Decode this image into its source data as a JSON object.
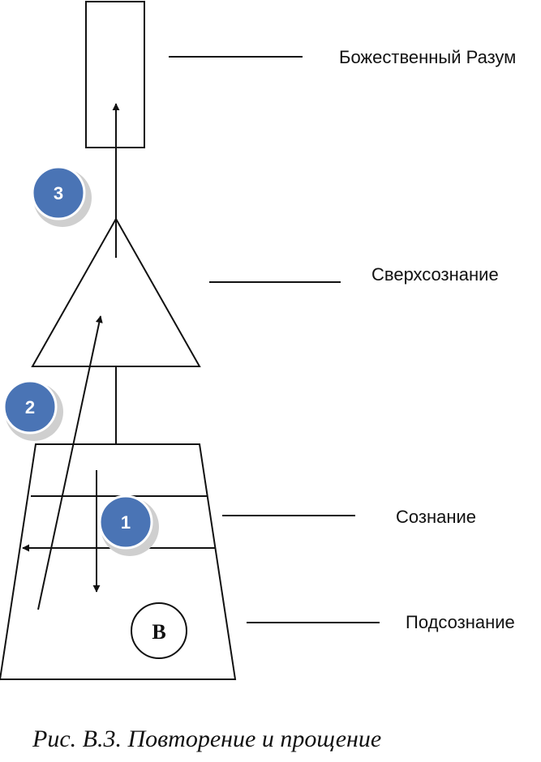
{
  "labels": {
    "divine_mind": "Божественный Разум",
    "superconscious": "Сверхсознание",
    "conscious": "Сознание",
    "subconscious": "Подсознание"
  },
  "badges": [
    "1",
    "2",
    "3"
  ],
  "center_letter": "B",
  "caption": "Рис. В.3. Повторение и прощение",
  "colors": {
    "badge": "#4a74b5",
    "badge_shadow": "#c8c8c8",
    "stroke": "#111111"
  }
}
